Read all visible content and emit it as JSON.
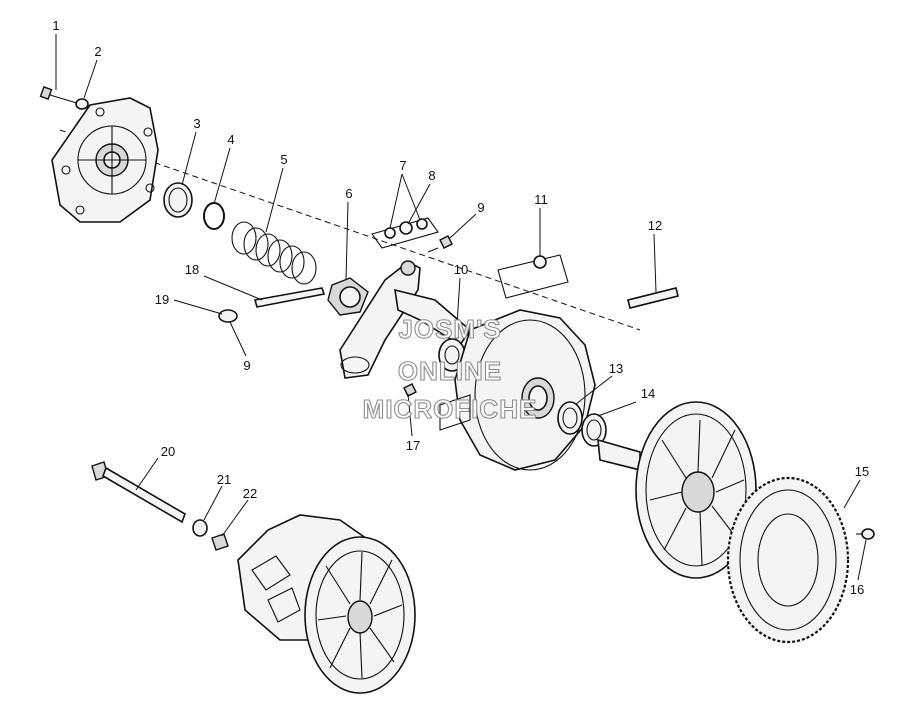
{
  "watermark": {
    "line1": "JOSM'S",
    "line2": "ONLINE",
    "line3": "MICROFICHE"
  },
  "callouts": [
    "1",
    "2",
    "3",
    "4",
    "5",
    "6",
    "7",
    "8",
    "9",
    "9",
    "10",
    "11",
    "12",
    "13",
    "14",
    "15",
    "16",
    "17",
    "18",
    "19",
    "20",
    "21",
    "22"
  ]
}
